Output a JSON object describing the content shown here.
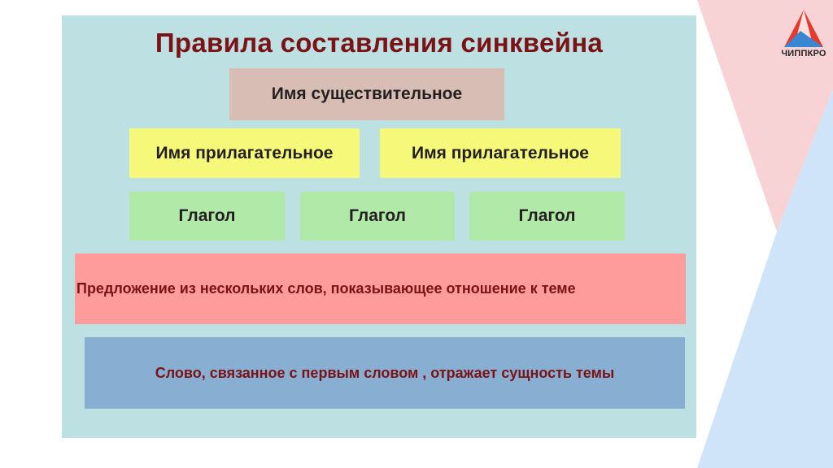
{
  "slide": {
    "title": "Правила составления синквейна",
    "noun": "Имя существительное",
    "adjectives": [
      "Имя прилагательное",
      "Имя прилагательное"
    ],
    "verbs": [
      "Глагол",
      "Глагол",
      "Глагол"
    ],
    "sentence": "Предложение  из нескольких слов, показывающее отношение к теме",
    "synonym": "Слово, связанное с первым словом , отражает сущность темы"
  },
  "logo": {
    "text": "ЧИППКРО"
  },
  "colors": {
    "panel": "#bde0e3",
    "title": "#7b1215",
    "noun_box": "#d7bdb3",
    "adjective_box": "#f5f878",
    "verb_box": "#b0e9a8",
    "sentence_box": "#fd9c9a",
    "synonym_box": "#88aed2",
    "corner_pink": "#f8d3d6",
    "corner_blue": "#cfe4f8"
  }
}
